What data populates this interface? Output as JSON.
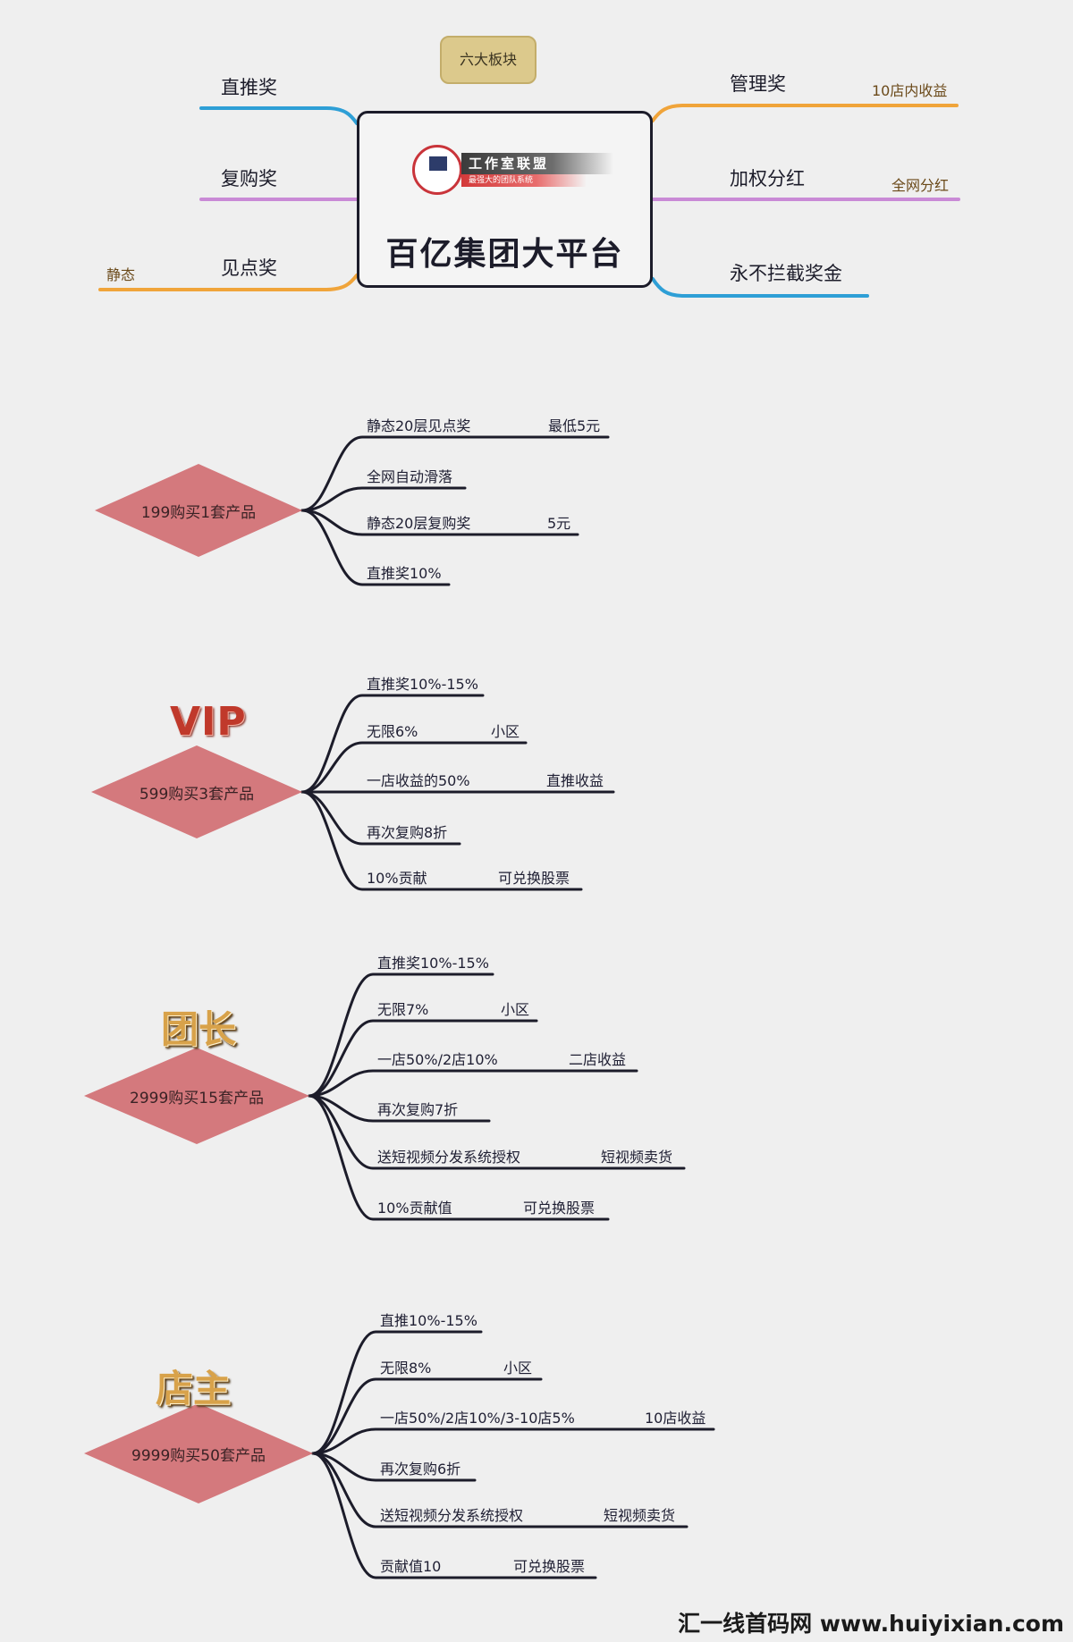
{
  "top": {
    "tag": "六大板块",
    "title": "百亿集团大平台",
    "logo_name": "工作室联盟",
    "logo_slogan": "最强大的团队系统",
    "branches": {
      "zhitui": "直推奖",
      "fugou": "复购奖",
      "jiandian": "见点奖",
      "jiandian_note": "静态",
      "guanli": "管理奖",
      "guanli_note": "10店内收益",
      "jiaquan": "加权分红",
      "jiaquan_note": "全网分红",
      "yongbu": "永不拦截奖金"
    },
    "colors": {
      "blue": "#2e9fd6",
      "purple": "#c98ad6",
      "orange": "#f0a43a"
    }
  },
  "tiers": [
    {
      "title": "",
      "diamond": "199购买1套产品",
      "items": [
        {
          "text": "静态20层见点奖",
          "note": "最低5元"
        },
        {
          "text": "全网自动滑落",
          "note": ""
        },
        {
          "text": "静态20层复购奖",
          "note": "5元"
        },
        {
          "text": "直推奖10%",
          "note": ""
        }
      ]
    },
    {
      "title": "VIP",
      "diamond": "599购买3套产品",
      "items": [
        {
          "text": "直推奖10%-15%",
          "note": ""
        },
        {
          "text": "无限6%",
          "note": "小区"
        },
        {
          "text": "一店收益的50%",
          "note": "直推收益"
        },
        {
          "text": "再次复购8折",
          "note": ""
        },
        {
          "text": "10%贡献",
          "note": "可兑换股票"
        }
      ]
    },
    {
      "title": "团长",
      "diamond": "2999购买15套产品",
      "items": [
        {
          "text": "直推奖10%-15%",
          "note": ""
        },
        {
          "text": "无限7%",
          "note": "小区"
        },
        {
          "text": "一店50%/2店10%",
          "note": "二店收益"
        },
        {
          "text": "再次复购7折",
          "note": ""
        },
        {
          "text": "送短视频分发系统授权",
          "note": "短视频卖货"
        },
        {
          "text": "10%贡献值",
          "note": "可兑换股票"
        }
      ]
    },
    {
      "title": "店主",
      "diamond": "9999购买50套产品",
      "items": [
        {
          "text": "直推10%-15%",
          "note": ""
        },
        {
          "text": "无限8%",
          "note": "小区"
        },
        {
          "text": "一店50%/2店10%/3-10店5%",
          "note": "10店收益"
        },
        {
          "text": "再次复购6折",
          "note": ""
        },
        {
          "text": "送短视频分发系统授权",
          "note": "短视频卖货"
        },
        {
          "text": "贡献值10",
          "note": "可兑换股票"
        }
      ]
    }
  ],
  "watermark": "汇一线首码网 www.huiyixian.com",
  "colors": {
    "diamond": "#d4797d",
    "line": "#1c1c2a"
  }
}
